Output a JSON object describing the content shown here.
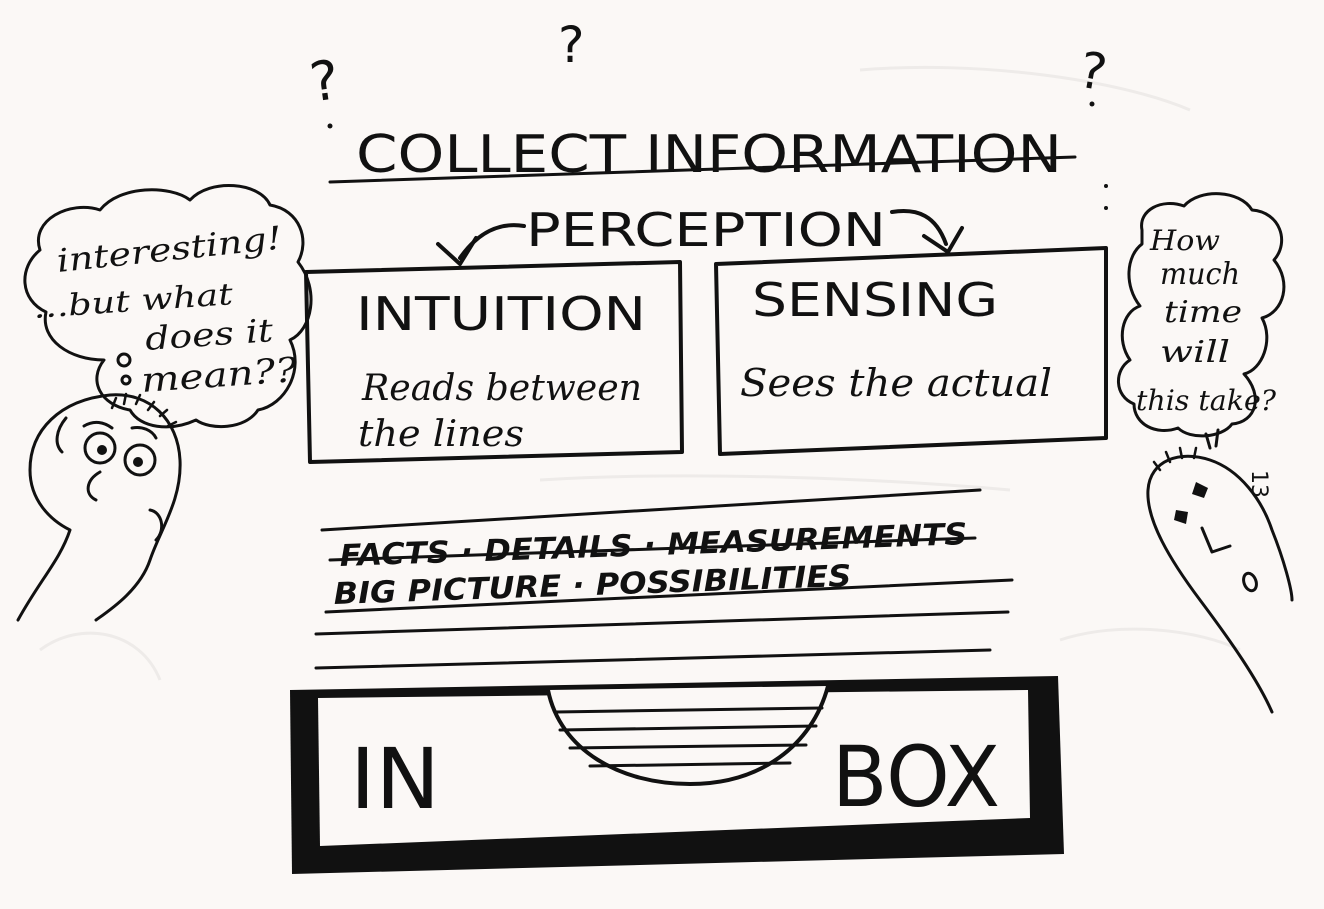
{
  "title": "COLLECT INFORMATION",
  "question_marks": [
    "?",
    "?",
    "?"
  ],
  "center": "PERCEPTION",
  "left_box": {
    "heading": "INTUITION",
    "line1": "Reads between",
    "line2": "the lines"
  },
  "right_box": {
    "heading": "SENSING",
    "line1": "Sees the actual"
  },
  "lined_text": {
    "line1": "FACTS · DETAILS · MEASUREMENTS",
    "line2": "BIG PICTURE · POSSIBILITIES"
  },
  "inbox": {
    "left": "IN",
    "right": "BOX"
  },
  "left_bubble": {
    "line1": "interesting!",
    "line2": "...but what",
    "line3": "does it",
    "line4": "mean??"
  },
  "right_bubble": {
    "line1": "How",
    "line2": "much",
    "line3": "time",
    "line4": "will",
    "line5": "this take?"
  },
  "page_number": "13"
}
